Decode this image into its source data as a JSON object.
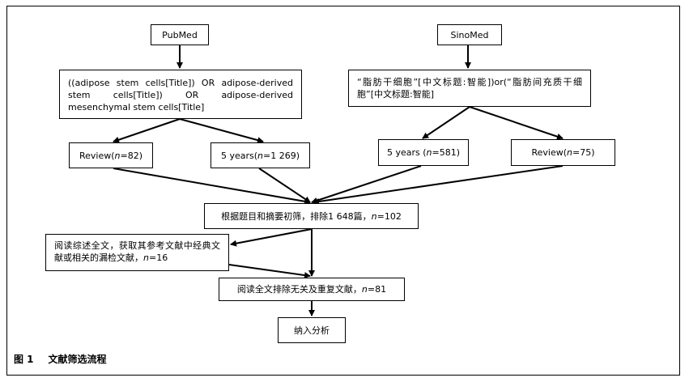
{
  "sources": {
    "pubmed": "PubMed",
    "sinomed": "SinoMed"
  },
  "queries": {
    "pubmed": "((adipose stem cells[Title]) OR adipose-derived stem cells[Title]) OR adipose-derived mesenchymal stem cells[Title]",
    "sinomed": "“脂肪干细胞”[中文标题:智能])or(“脂肪间充质干细胞”[中文标题:智能]"
  },
  "pubmed_results": {
    "review": {
      "label": "Review(",
      "n_label": "n",
      "value": "=82)"
    },
    "years": {
      "label": "5 years(",
      "n_label": "n",
      "value": "=1 269)"
    }
  },
  "sinomed_results": {
    "years": {
      "label": "5 years (",
      "n_label": "n",
      "value": "=581)"
    },
    "review": {
      "label": "Review(",
      "n_label": "n",
      "value": "=75)"
    }
  },
  "screening": {
    "label": "根据题目和摘要初筛，排除1 648篇，",
    "n_label": "n",
    "value": "=102"
  },
  "supplement": {
    "label": "阅读综述全文，获取其参考文献中经典文献或相关的漏检文献，",
    "n_label": "n",
    "value": "=16"
  },
  "fulltext": {
    "label": "阅读全文排除无关及重复文献，",
    "n_label": "n",
    "value": "=81"
  },
  "included": "纳入分析",
  "caption": {
    "figure": "图 1",
    "title": "文献筛选流程"
  }
}
